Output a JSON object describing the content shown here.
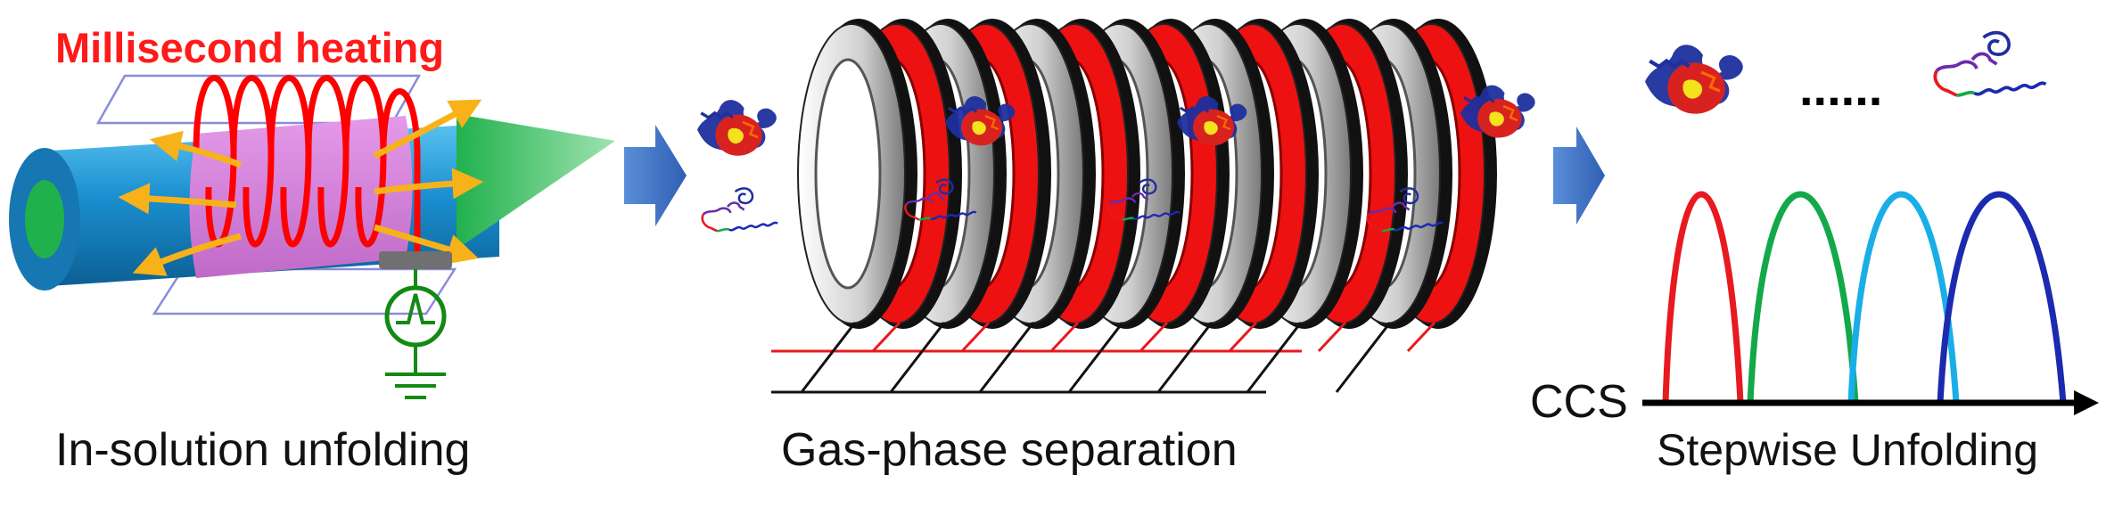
{
  "panel1": {
    "title": "Millisecond heating",
    "caption": "In-solution unfolding"
  },
  "panel2": {
    "caption": "Gas-phase separation"
  },
  "panel3": {
    "axis_label": "CCS",
    "ellipsis": "......",
    "caption": "Stepwise Unfolding",
    "peak_colors": [
      "#e8191f",
      "#13a84a",
      "#19aee8",
      "#1c2ab0"
    ]
  },
  "colors": {
    "heating_red": "#ff0000",
    "tube_blue": "#1b8fd0",
    "tube_green": "#21b14c",
    "heated_zone": "#d07fd6",
    "flow_arrow": "#f7b21a",
    "ground_green": "#138a13",
    "step_arrow": "#4472c4",
    "ring_red": "#ee1111",
    "ring_gray": "#d8d8d8",
    "ring_dark": "#111111"
  }
}
